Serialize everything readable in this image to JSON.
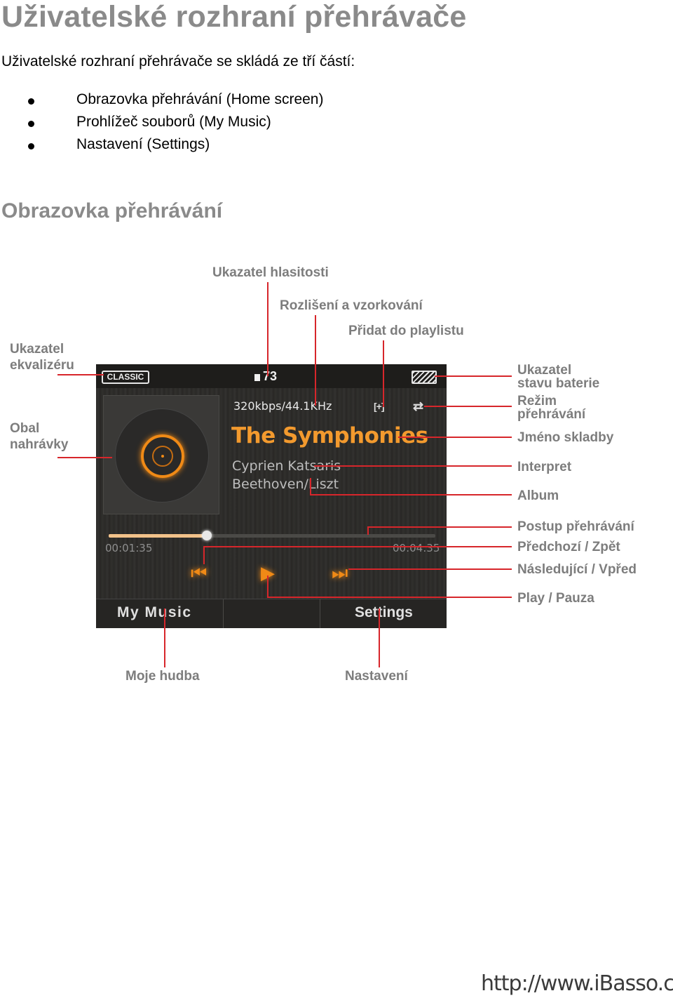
{
  "heading": "Uživatelské rozhraní přehrávače",
  "intro": "Uživatelské rozhraní přehrávače se skládá ze tří částí:",
  "parts": [
    "Obrazovka přehrávání (Home screen)",
    "Prohlížeč souborů (My Music)",
    "Nastavení (Settings)"
  ],
  "subheading": "Obrazovka přehrávání",
  "labels": {
    "volume": "Ukazatel hlasitosti",
    "resolution": "Rozlišení a vzorkování",
    "add_playlist": "Přidat do playlistu",
    "eq_1": "Ukazatel",
    "eq_2": "ekvalizéru",
    "cover_1": "Obal",
    "cover_2": "nahrávky",
    "battery_1": "Ukazatel",
    "battery_2": "stavu baterie",
    "mode_1": "Režim",
    "mode_2": "přehrávání",
    "track_name": "Jméno skladby",
    "interpret": "Interpret",
    "album": "Album",
    "progress": "Postup přehrávání",
    "prev": "Předchozí / Zpět",
    "next": "Následující / Vpřed",
    "play": "Play / Pauza",
    "my_music": "Moje hudba",
    "settings": "Nastavení"
  },
  "player": {
    "eq": "CLASSIC",
    "volume": "73",
    "bitrate": "320kbps/44.1KHz",
    "title": "The Symphonies",
    "artist": "Cyprien Katsaris",
    "album": "Beethoven/Liszt",
    "elapsed": "00:01:35",
    "total": "00:04:35",
    "progress": 0.3,
    "my_music": "My Music",
    "settings": "Settings",
    "accent": "#f08a16",
    "icons": [
      "speaker-icon",
      "battery-icon",
      "add-playlist-icon",
      "repeat-icon",
      "prev-icon",
      "play-icon",
      "next-icon"
    ]
  },
  "annotation_color": "#d7262b",
  "footer": "http://www.iBasso.com"
}
